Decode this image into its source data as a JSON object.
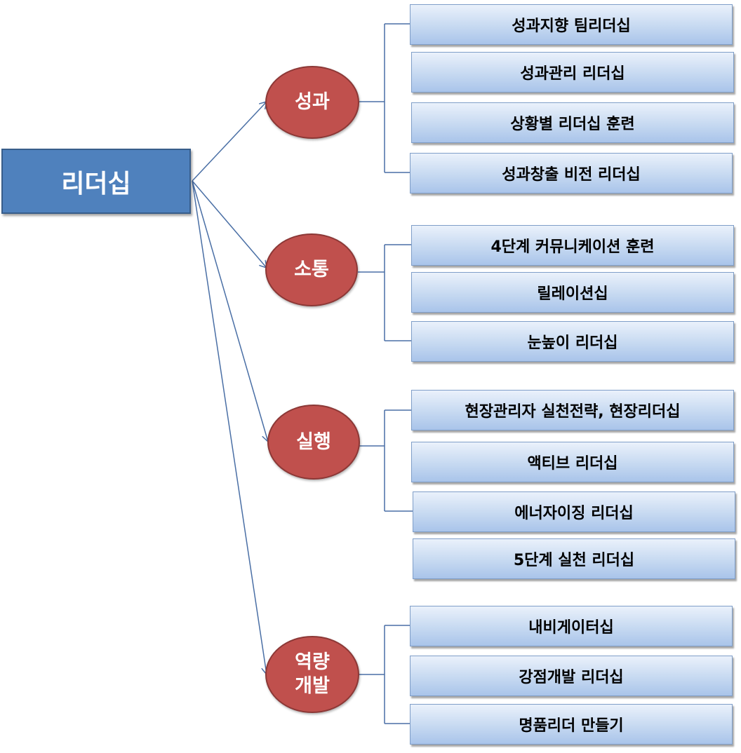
{
  "root": {
    "label": "리더십"
  },
  "categories": [
    {
      "label": "성과",
      "items": [
        "성과지향 팀리더십",
        "성과관리 리더십",
        "상황별 리더십 훈련",
        "성과창출 비전 리더십"
      ]
    },
    {
      "label": "소통",
      "items": [
        "4단계 커뮤니케이션 훈련",
        "릴레이션십",
        "눈높이 리더십"
      ]
    },
    {
      "label": "실행",
      "items": [
        "현장관리자 실천전략, 현장리더십",
        "액티브 리더십",
        "에너자이징 리더십",
        "5단계 실천 리더십"
      ]
    },
    {
      "label_lines": [
        "역량",
        "개발"
      ],
      "items": [
        "내비게이터십",
        "강점개발 리더십",
        "명품리더 만들기"
      ]
    }
  ],
  "colors": {
    "root": "#4f81bd",
    "category": "#c0504d",
    "item": "#c6d9f1",
    "connector": "#4a6fa5"
  }
}
